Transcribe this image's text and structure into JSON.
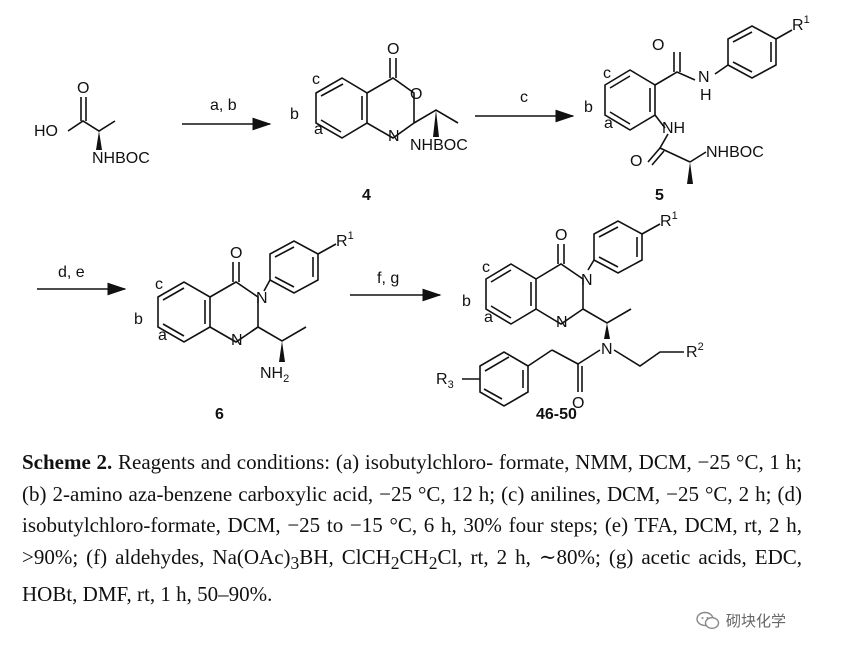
{
  "scheme": {
    "starting_material": {
      "ho_label": "HO",
      "o_label": "O",
      "nh_label": "NHBOC"
    },
    "compound_4": {
      "number": "4",
      "ring_o_top": "O",
      "ring_o": "O",
      "ring_n": "N",
      "pos_a": "a",
      "pos_b": "b",
      "pos_c": "c",
      "nh_label": "NHBOC"
    },
    "compound_5": {
      "number": "5",
      "o_top": "O",
      "h_label": "H",
      "n_label": "N",
      "nh_label": "NH",
      "o_amide": "O",
      "nhboc_label": "NHBOC",
      "r_label": "R",
      "r_sup": "1",
      "pos_a": "a",
      "pos_b": "b",
      "pos_c": "c"
    },
    "compound_6": {
      "number": "6",
      "o_label": "O",
      "n3_label": "N",
      "n1_label": "N",
      "nh2_label": "NH",
      "nh2_sub": "2",
      "r_label": "R",
      "r_sup": "1",
      "pos_a": "a",
      "pos_b": "b",
      "pos_c": "c"
    },
    "compound_46_50": {
      "number": "46-50",
      "o_label": "O",
      "n3_label": "N",
      "n1_label": "N",
      "n_amine": "N",
      "r2_label": "R",
      "r2_sup": "2",
      "r3_label": "R",
      "r3_sub": "3",
      "o_amide": "O",
      "r1_label": "R",
      "r1_sup": "1",
      "pos_a": "a",
      "pos_b": "b",
      "pos_c": "c"
    },
    "arrows": {
      "step_ab": "a, b",
      "step_c": "c",
      "step_de": "d, e",
      "step_fg": "f, g"
    }
  },
  "caption": {
    "title": "Scheme 2.",
    "text": " Reagents and conditions: (a) isobutylchloro- formate, NMM, DCM, −25 °C, 1 h; (b) 2-amino aza-benzene carboxylic acid, −25 °C, 12 h; (c) anilines, DCM, −25 °C, 2 h; (d) isobutylchloro-formate, DCM, −25 to −15 °C, 6 h, 30% four steps; (e) TFA, DCM, rt, 2 h, >90%; (f) aldehydes, Na(OAc)",
    "sub_3": "3",
    "text_2": "BH, ClCH",
    "sub_2a": "2",
    "text_3": "CH",
    "sub_2b": "2",
    "text_4": "Cl, rt, 2 h, ∼80%; (g) acetic acids, EDC, HOBt, DMF, rt, 1 h, 50–90%."
  },
  "watermark": {
    "text": "砌块化学"
  }
}
